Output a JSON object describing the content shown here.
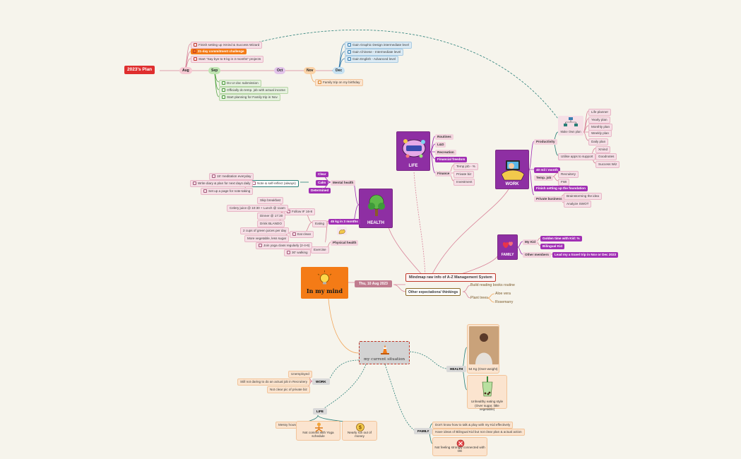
{
  "central": {
    "title": "In my mind",
    "date": "Thu, 10 Aug 2023"
  },
  "plan": {
    "title": "2023's Plan",
    "months": {
      "aug": "Aug",
      "sep": "Sep",
      "oct": "Oct",
      "nov": "Nov",
      "dec": "Dec"
    },
    "aug_items": [
      "Finish setting up Xmind & Success Wizard",
      "21-day commitment challenge",
      "Start \"Say bye to 9 kg in 3 months\" projects"
    ],
    "sep_items": [
      "Do UI doc submission",
      "Officially do temp. job with actual income",
      "Start planning for Family trip in Nov"
    ],
    "nov_items": [
      "Family trip on my birthday"
    ],
    "dec_items": [
      "Gain Graphic Design intermediate level",
      "Gain Chinese - Intermediate level",
      "Gain English - Advanced level"
    ]
  },
  "mindmap": {
    "title": "Mindmap raw info of A-Z Management System",
    "life": {
      "label": "LIFE",
      "items": {
        "routines": "Routines",
        "lnd": "L&D",
        "recreation": "Recreation",
        "financial_freedom": "Financial freedom",
        "finance": "Finance"
      },
      "finance_items": [
        "Temp job - %",
        "Private biz",
        "Investment"
      ]
    },
    "work": {
      "label": "WORK",
      "productivity": "Productivity",
      "make_own_plan": "Make Own plan",
      "plans": [
        "Life planner",
        "Yearly plan",
        "Monthly plan",
        "Weekly plan",
        "Daily plan"
      ],
      "utilise_apps": "Utilise apps to support",
      "apps": [
        "Xmind",
        "Goodnotes",
        "Success Wiz"
      ],
      "income": "40 mil / month",
      "temp_job": "Temp. job",
      "temp_job_items": [
        "Recruitery",
        "FWI"
      ],
      "foundation": "Finish setting up the foundation",
      "private_business": "Private business",
      "private_business_items": [
        "Brainstorming the idea",
        "Analyze SWOT"
      ]
    },
    "health": {
      "label": "HEALTH",
      "mental": "Mental health",
      "traits": [
        "Clear",
        "Calm",
        "Determined"
      ],
      "note": "Note & self-reflect (always)",
      "note_items": [
        "15' meditation everyday",
        "Write diary & plan for next days daily",
        "Set up a page for note-taking"
      ],
      "target": "45 kg in 3 months",
      "eating": "Eating",
      "follow": "Follow IF 16-8",
      "follow_items": [
        "Skip breakfast",
        "Celery juice @ 10:30 + Lunch @ 11am",
        "Dinner @ 17:30",
        "Drink BLANDO"
      ],
      "eat_clean": "Eat clean",
      "eat_clean_items": [
        "2 cups of green juices per day",
        "More vegetable, less sugar"
      ],
      "physical": "Physical health",
      "exercise": "Exercise",
      "exercise_items": [
        "Join yoga class regularly (2-4-6)",
        "30' walking"
      ]
    },
    "family": {
      "label": "FAMILY",
      "my_kid": "My Kid",
      "kid_items": [
        "Golden time with Kid: %",
        "Bilingual Kid"
      ],
      "other_members": "Other members",
      "trip": "Lead my a travel trip in Nov or Dec 2023"
    }
  },
  "other": {
    "title": "Other expectations/ thinkings",
    "reading": "Build reading books routine",
    "plant": "Plant trees",
    "plant_items": [
      "Aloe vera",
      "Rosemarry"
    ]
  },
  "situation": {
    "title": "my current situation",
    "work": {
      "label": "WORK",
      "items": [
        "Unemployed",
        "Still not daring to do an actual job in Recruitery",
        "Not clear pic of private biz"
      ]
    },
    "life": {
      "label": "LIFE",
      "messy": "Messy house",
      "yoga": "Not commit with Yoga schedule",
      "money": "Nearly run out of money"
    },
    "health": {
      "label": "HEALTH",
      "weight": "54 Kg (Over-weight)",
      "eating": "Unhealthy eating style",
      "eating_detail": "(Over sugar, little vegetable)"
    },
    "family": {
      "label": "FAMILY",
      "items": [
        "Don't know how to talk & play with my Kid effectively",
        "Have ideas of Bilingual Kid but not clear plan & actual action"
      ],
      "connection": "Not feeling strongly connected with OE"
    }
  },
  "colors": {
    "pink": "#d9849a",
    "purple": "#a12fb4",
    "red": "#df2e2e",
    "orange": "#f47b16",
    "teal": "#2a7f78",
    "blue": "#3a7fb0",
    "green": "#5aa84a"
  }
}
